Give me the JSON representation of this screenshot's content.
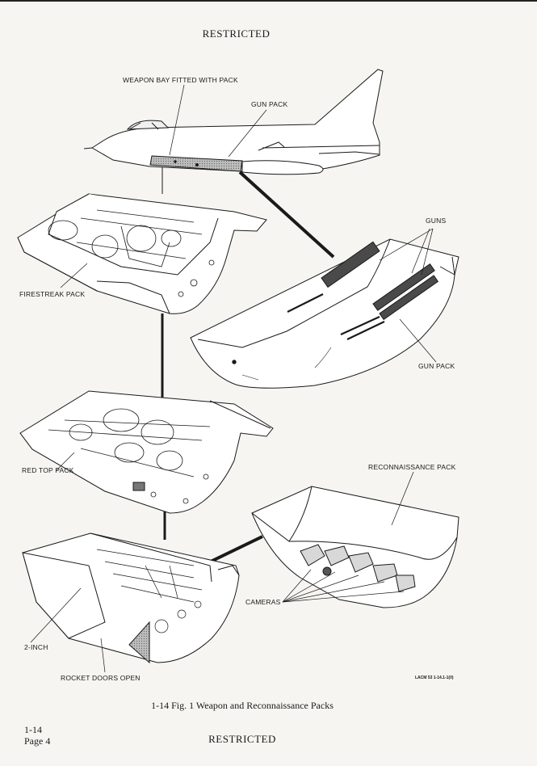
{
  "header": {
    "classification": "RESTRICTED"
  },
  "footer": {
    "classification": "RESTRICTED",
    "section": "1-14",
    "page": "Page 4"
  },
  "caption": "1-14 Fig. 1 Weapon and Reconnaissance Packs",
  "drawing_ref": "LACM 53 1-14.1-1(0)",
  "labels": {
    "weapon_bay": "WEAPON BAY FITTED WITH PACK",
    "gun_pack_top": "GUN PACK",
    "guns": "GUNS",
    "firestreak_pack": "FIRESTREAK PACK",
    "gun_pack": "GUN PACK",
    "red_top_pack": "RED TOP PACK",
    "reconnaissance_pack": "RECONNAISSANCE PACK",
    "cameras": "CAMERAS",
    "two_inch": "2-INCH",
    "rocket_doors_open": "ROCKET DOORS OPEN"
  }
}
